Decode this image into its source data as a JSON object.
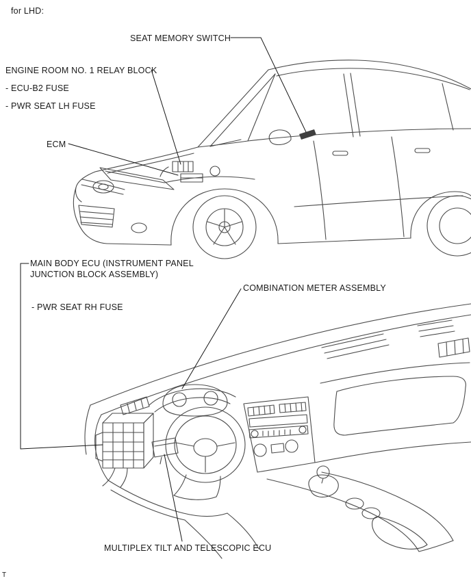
{
  "page": {
    "header": "for LHD:",
    "footer_mark": "T"
  },
  "colors": {
    "artwork_line": "#4a4a4a",
    "leader_line": "#161616",
    "text": "#1a1a1a",
    "background": "#ffffff"
  },
  "upper_diagram": {
    "labels": {
      "seat_memory_switch": "SEAT MEMORY SWITCH",
      "engine_room_relay_block": "ENGINE ROOM NO. 1 RELAY BLOCK",
      "ecu_b2_fuse": "- ECU-B2 FUSE",
      "pwr_seat_lh_fuse": "- PWR SEAT LH FUSE",
      "ecm": "ECM"
    }
  },
  "lower_diagram": {
    "labels": {
      "main_body_ecu": "MAIN BODY ECU (INSTRUMENT PANEL\nJUNCTION BLOCK ASSEMBLY)",
      "pwr_seat_rh_fuse": "- PWR SEAT RH FUSE",
      "combination_meter_assembly": "COMBINATION METER ASSEMBLY",
      "multiplex_tilt_telescopic_ecu": "MULTIPLEX TILT AND TELESCOPIC ECU"
    }
  }
}
